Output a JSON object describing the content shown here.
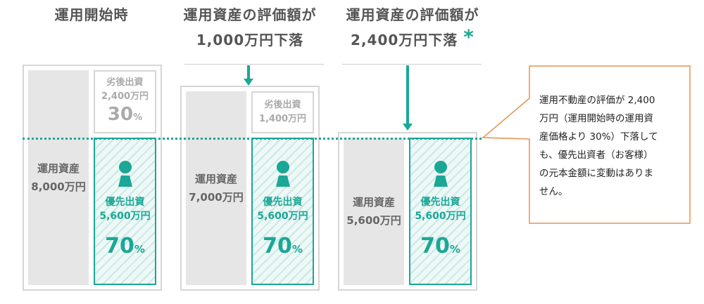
{
  "headers": [
    {
      "lines": [
        "運用開始時"
      ]
    },
    {
      "lines": [
        "運用資産の評価額が",
        "1,000万円下落"
      ]
    },
    {
      "lines": [
        "運用資産の評価額が",
        "2,400万円下落"
      ],
      "asterisk": "*"
    }
  ],
  "columns": [
    {
      "asset_label": "運用資産",
      "asset_amount": "8,000万円",
      "subordinated": {
        "label": "劣後出資",
        "amount": "2,400万円",
        "pct": "30",
        "pct_unit": "%"
      },
      "senior": {
        "label": "優先出資",
        "amount": "5,600万円",
        "pct": "70",
        "pct_unit": "%"
      }
    },
    {
      "asset_label": "運用資産",
      "asset_amount": "7,000万円",
      "subordinated": {
        "label": "劣後出資",
        "amount": "1,400万円"
      },
      "senior": {
        "label": "優先出資",
        "amount": "5,600万円",
        "pct": "70",
        "pct_unit": "%"
      }
    },
    {
      "asset_label": "運用資産",
      "asset_amount": "5,600万円",
      "senior": {
        "label": "優先出資",
        "amount": "5,600万円",
        "pct": "70",
        "pct_unit": "%"
      }
    }
  ],
  "callout": {
    "lines": [
      "運用不動産の評価が 2,400",
      "万円（運用開始時の運用資",
      "産価格より 30%）下落して",
      "も、優先出資者（お客様）",
      "の元本金額に変動はありま",
      "せん。"
    ]
  },
  "colors": {
    "accent": "#1aa796",
    "callout_border": "#e8924a",
    "gray": "#e6e6e6"
  }
}
